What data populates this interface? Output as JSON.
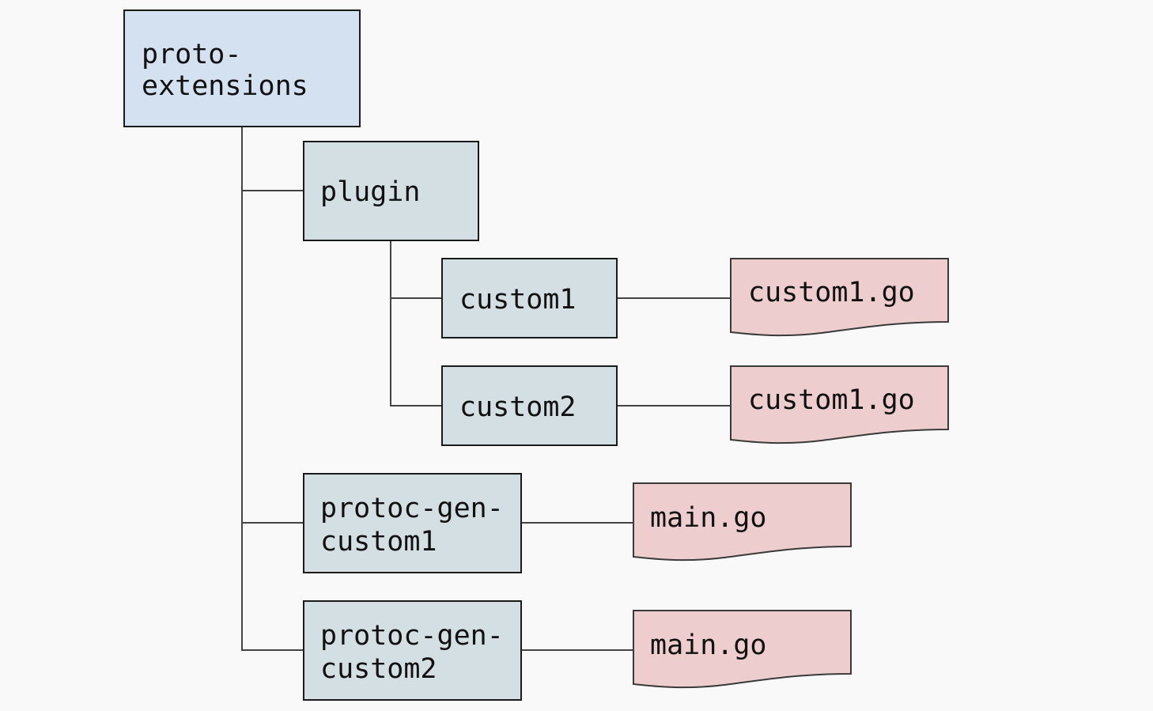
{
  "tree": {
    "root": {
      "label_lines": [
        "proto-",
        "extensions"
      ]
    },
    "plugin": {
      "label": "plugin"
    },
    "custom1": {
      "label": "custom1"
    },
    "custom2": {
      "label": "custom2"
    },
    "protoc_gen_custom1": {
      "label_lines": [
        "protoc-gen-",
        "custom1"
      ]
    },
    "protoc_gen_custom2": {
      "label_lines": [
        "protoc-gen-",
        "custom2"
      ]
    },
    "files": {
      "custom1_file": {
        "label": "custom1.go"
      },
      "custom2_file": {
        "label": "custom1.go"
      },
      "main1_file": {
        "label": "main.go"
      },
      "main2_file": {
        "label": "main.go"
      }
    }
  },
  "colors": {
    "root_folder": "#d4e1f0",
    "folder": "#d4dfe3",
    "file": "#edcdcd",
    "background": "#f9f9f9"
  }
}
